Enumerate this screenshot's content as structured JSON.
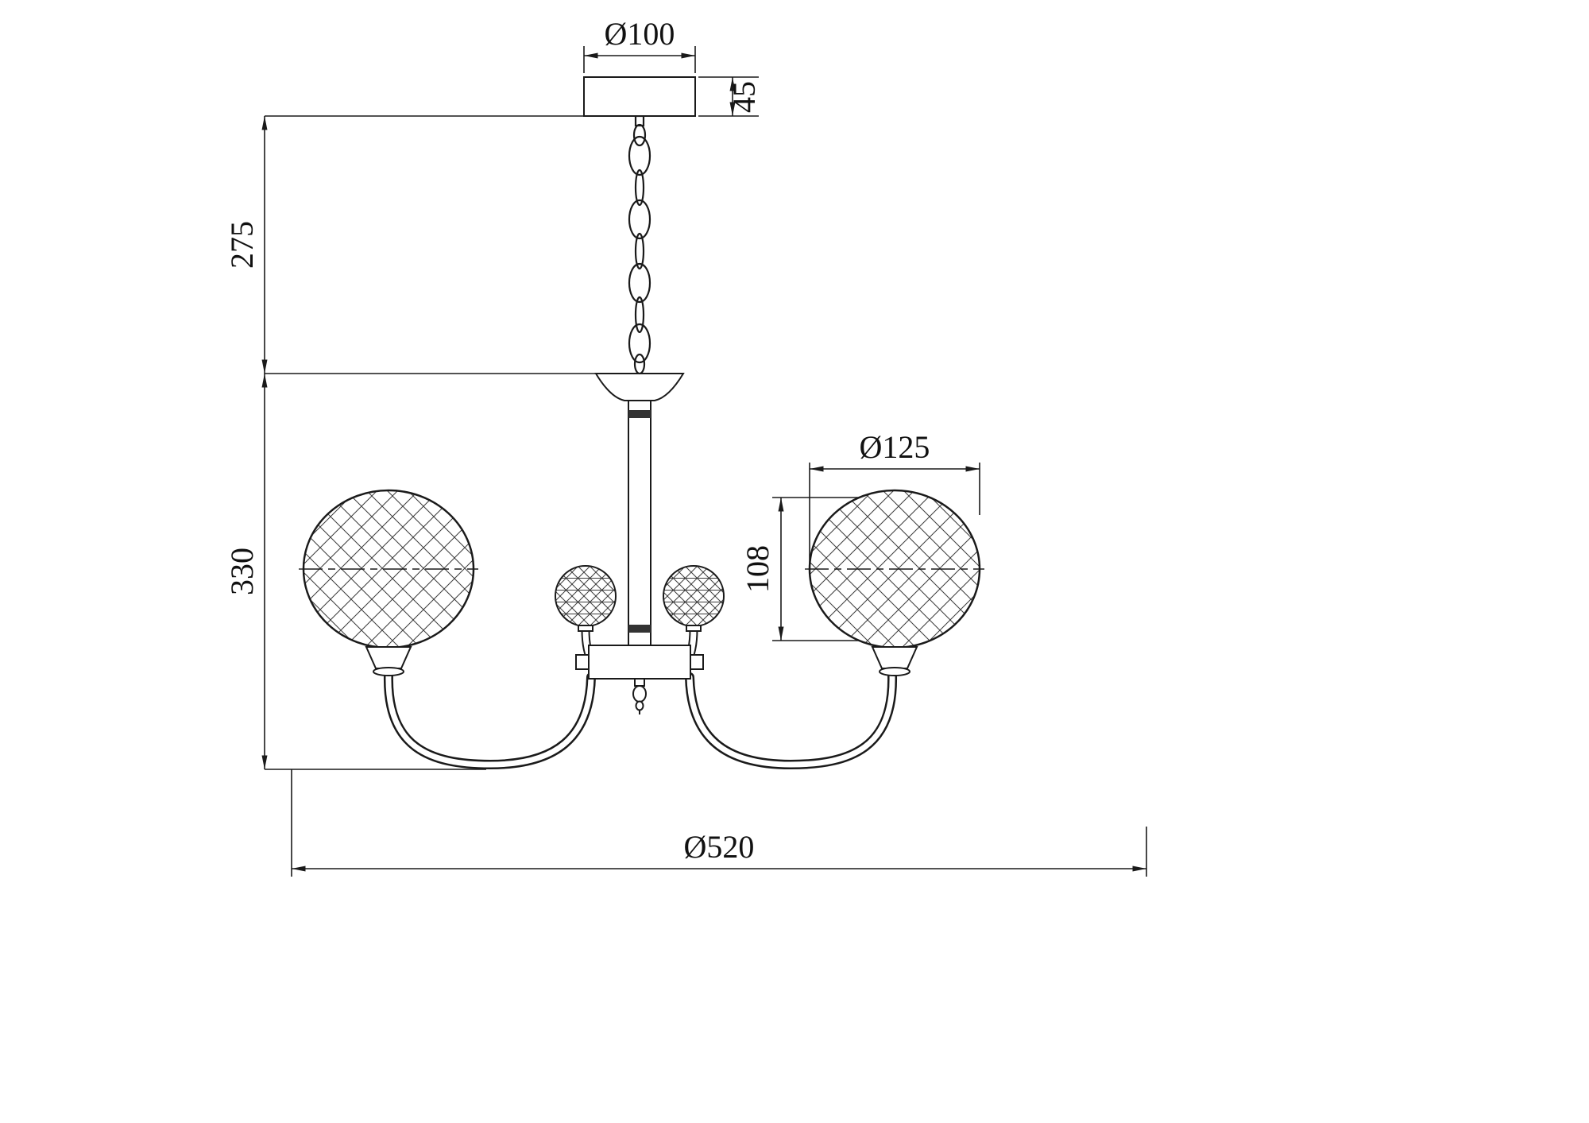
{
  "drawing": {
    "labels": {
      "canopy_diameter": "Ø100",
      "canopy_height": "45",
      "suspension_length": "275",
      "body_height": "330",
      "shade_diameter": "Ø125",
      "shade_height": "108",
      "overall_diameter": "Ø520"
    },
    "colors": {
      "line": "#1a1a1a",
      "background": "#ffffff"
    }
  }
}
